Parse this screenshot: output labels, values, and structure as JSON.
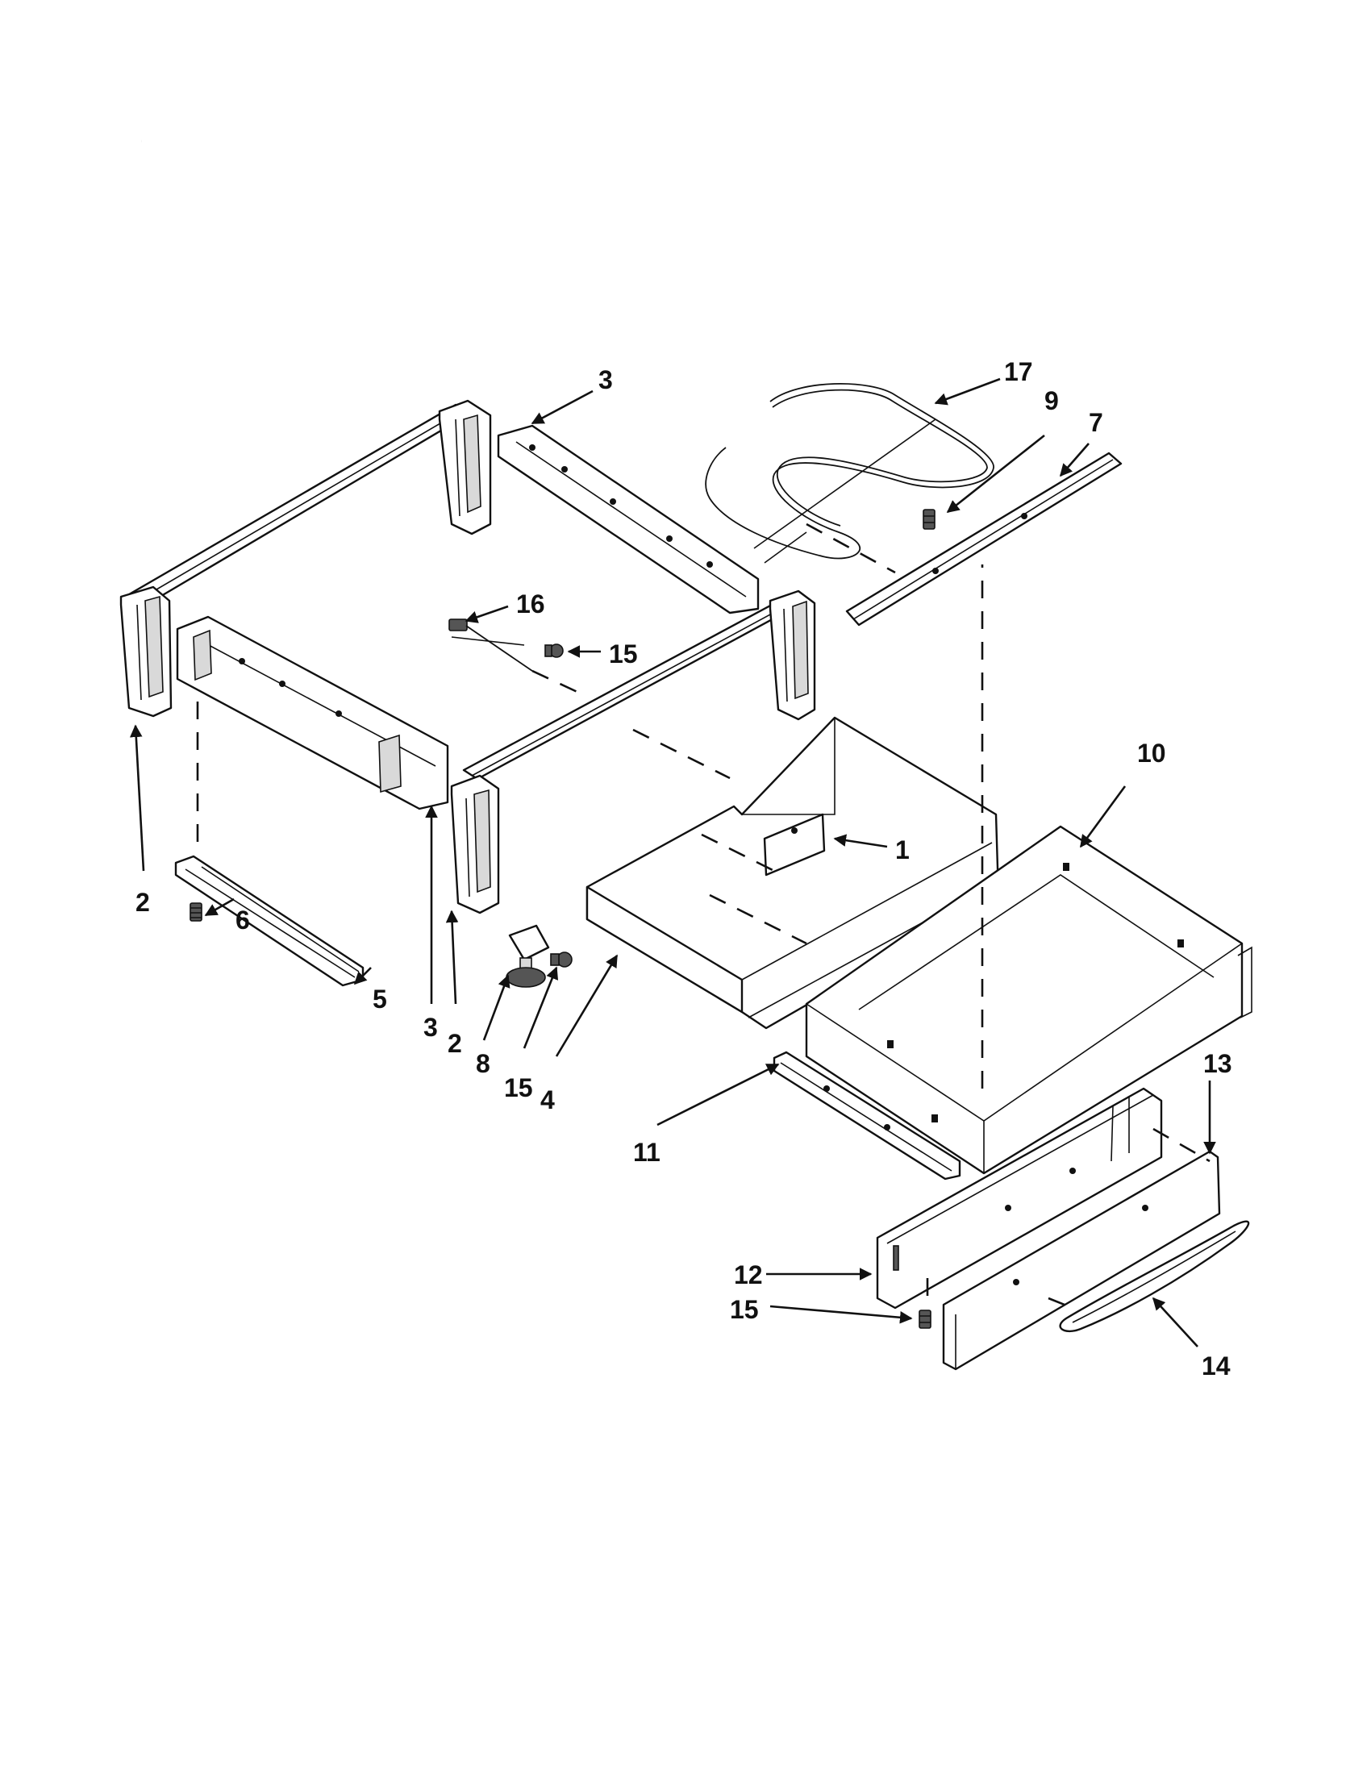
{
  "diagram": {
    "colors": {
      "line": "#111111",
      "shade": "#d9d9d9",
      "background": "#ffffff"
    },
    "callouts": [
      {
        "id": "c17",
        "label": "17"
      },
      {
        "id": "c3top",
        "label": "3"
      },
      {
        "id": "c9",
        "label": "9"
      },
      {
        "id": "c7",
        "label": "7"
      },
      {
        "id": "c16",
        "label": "16"
      },
      {
        "id": "c15a",
        "label": "15"
      },
      {
        "id": "c10",
        "label": "10"
      },
      {
        "id": "c1",
        "label": "1"
      },
      {
        "id": "c2left",
        "label": "2"
      },
      {
        "id": "c6",
        "label": "6"
      },
      {
        "id": "c5",
        "label": "5"
      },
      {
        "id": "c3bottom",
        "label": "3"
      },
      {
        "id": "c2mid",
        "label": "2"
      },
      {
        "id": "c8",
        "label": "8"
      },
      {
        "id": "c15b",
        "label": "15"
      },
      {
        "id": "c4",
        "label": "4"
      },
      {
        "id": "c13",
        "label": "13"
      },
      {
        "id": "c11",
        "label": "11"
      },
      {
        "id": "c12",
        "label": "12"
      },
      {
        "id": "c15c",
        "label": "15"
      },
      {
        "id": "c14",
        "label": "14"
      }
    ]
  }
}
